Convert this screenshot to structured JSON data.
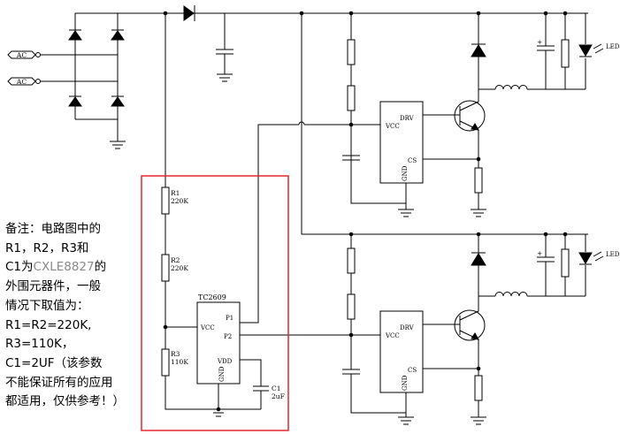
{
  "sources": {
    "ac1": "AC",
    "ac2": "AC"
  },
  "controller": {
    "ref": "TC2609",
    "pins": {
      "p1": "P1",
      "p2": "P2",
      "vcc": "VCC",
      "vdd": "VDD",
      "gnd": "GND"
    }
  },
  "components": {
    "r1": {
      "ref": "R1",
      "value": "220K"
    },
    "r2": {
      "ref": "R2",
      "value": "220K"
    },
    "r3": {
      "ref": "R3",
      "value": "110K"
    },
    "c1": {
      "ref": "C1",
      "value": "2uF"
    }
  },
  "driver_pins": {
    "drv": "DRV",
    "vcc": "VCC",
    "cs": "CS",
    "gnd": "GND"
  },
  "led_label": "LED",
  "note": {
    "line1": "备注：电路图中的",
    "line2": "R1，R2，R3和",
    "line3_a": "C1为",
    "line3_b": "CXLE8827",
    "line3_c": "的",
    "line4": "外围元器件，一般",
    "line5": "情况下取值为：",
    "line6": "R1=R2=220K,",
    "line7": "R3=110K，",
    "line8": "C1=2UF（该参数",
    "line9": "不能保证所有的应用",
    "line10": "都适用，仅供参考！）"
  },
  "colors": {
    "highlight_frame": "#e8252b",
    "note_highlight": "#8a8a8a"
  }
}
